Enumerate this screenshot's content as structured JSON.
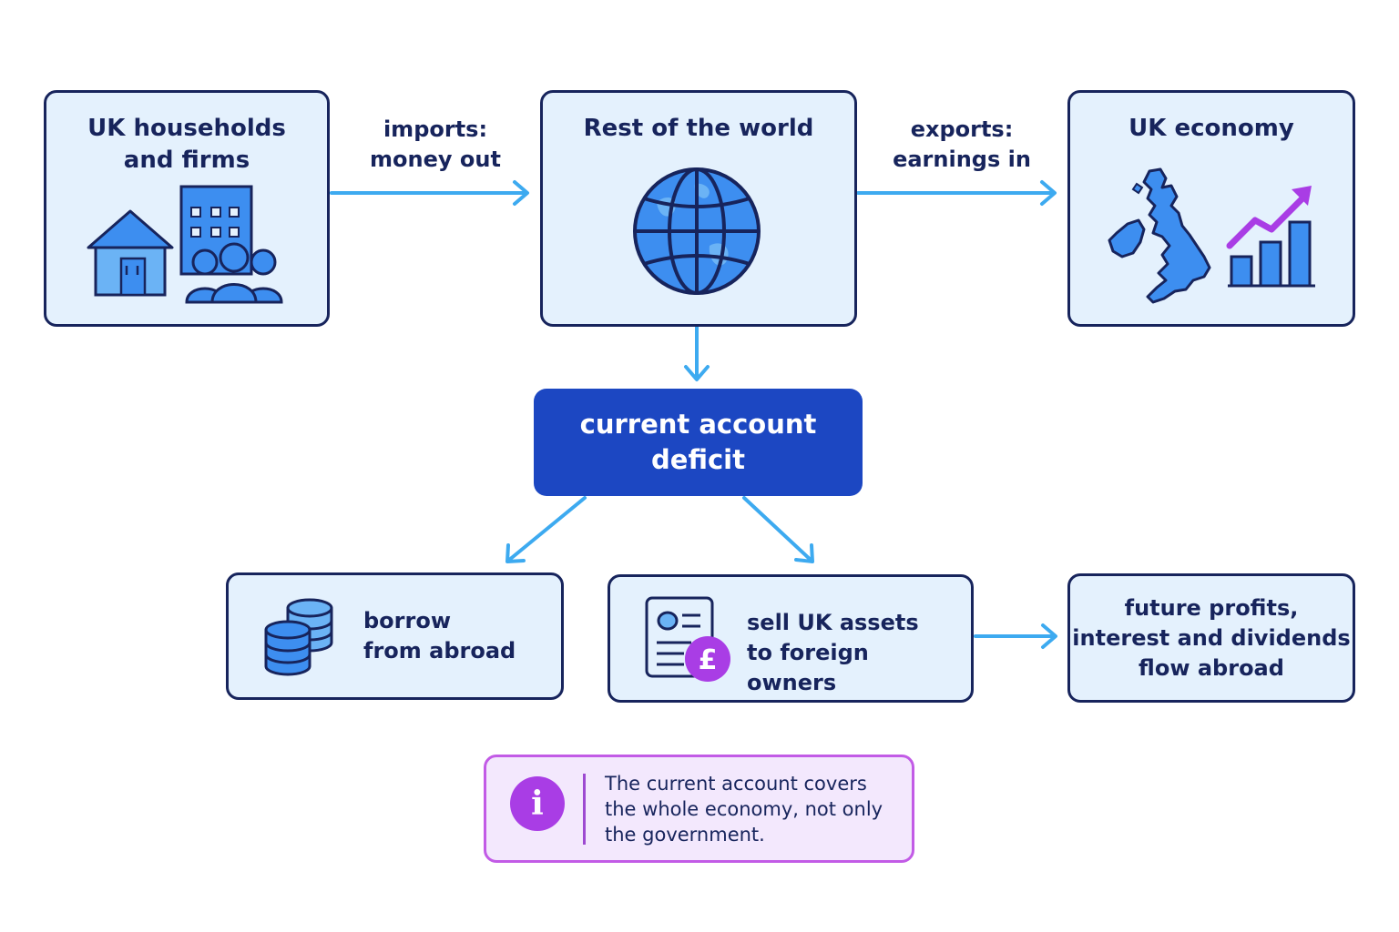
{
  "nodes": {
    "households": {
      "title_lines": [
        "UK households",
        "and firms"
      ]
    },
    "world": {
      "title": "Rest of the world"
    },
    "uk_economy": {
      "title": "UK economy"
    },
    "deficit": {
      "lines": [
        "current account",
        "deficit"
      ]
    },
    "borrow": {
      "lines": [
        "borrow",
        "from abroad"
      ]
    },
    "sell_assets": {
      "lines": [
        "sell UK assets",
        "to foreign owners"
      ]
    },
    "future": {
      "lines": [
        "future profits,",
        "interest and dividends",
        "flow abroad"
      ]
    }
  },
  "flows": {
    "imports": {
      "lines": [
        "imports:",
        "money out"
      ]
    },
    "exports": {
      "lines": [
        "exports:",
        "earnings in"
      ]
    }
  },
  "note": {
    "icon": "info-icon",
    "icon_glyph": "i",
    "lines": [
      "The current account covers",
      "the whole economy, not only",
      "the government."
    ]
  },
  "icons": {
    "households": [
      "house-icon",
      "office-building-icon",
      "people-group-icon"
    ],
    "world": [
      "globe-icon"
    ],
    "uk_economy": [
      "uk-map-icon",
      "rising-bar-chart-icon"
    ],
    "borrow": [
      "coin-stacks-icon"
    ],
    "sell_assets": [
      "document-pound-icon"
    ],
    "currency_symbol": "£"
  },
  "colors": {
    "dark_navy": "#17245c",
    "box_fill": "#e4f1fd",
    "arrow_blue": "#3daaf0",
    "deficit_blue": "#1c47c2",
    "icon_blue": "#3d8ef0",
    "purple_accent": "#a93de5",
    "note_fill": "#f3e8fd"
  }
}
